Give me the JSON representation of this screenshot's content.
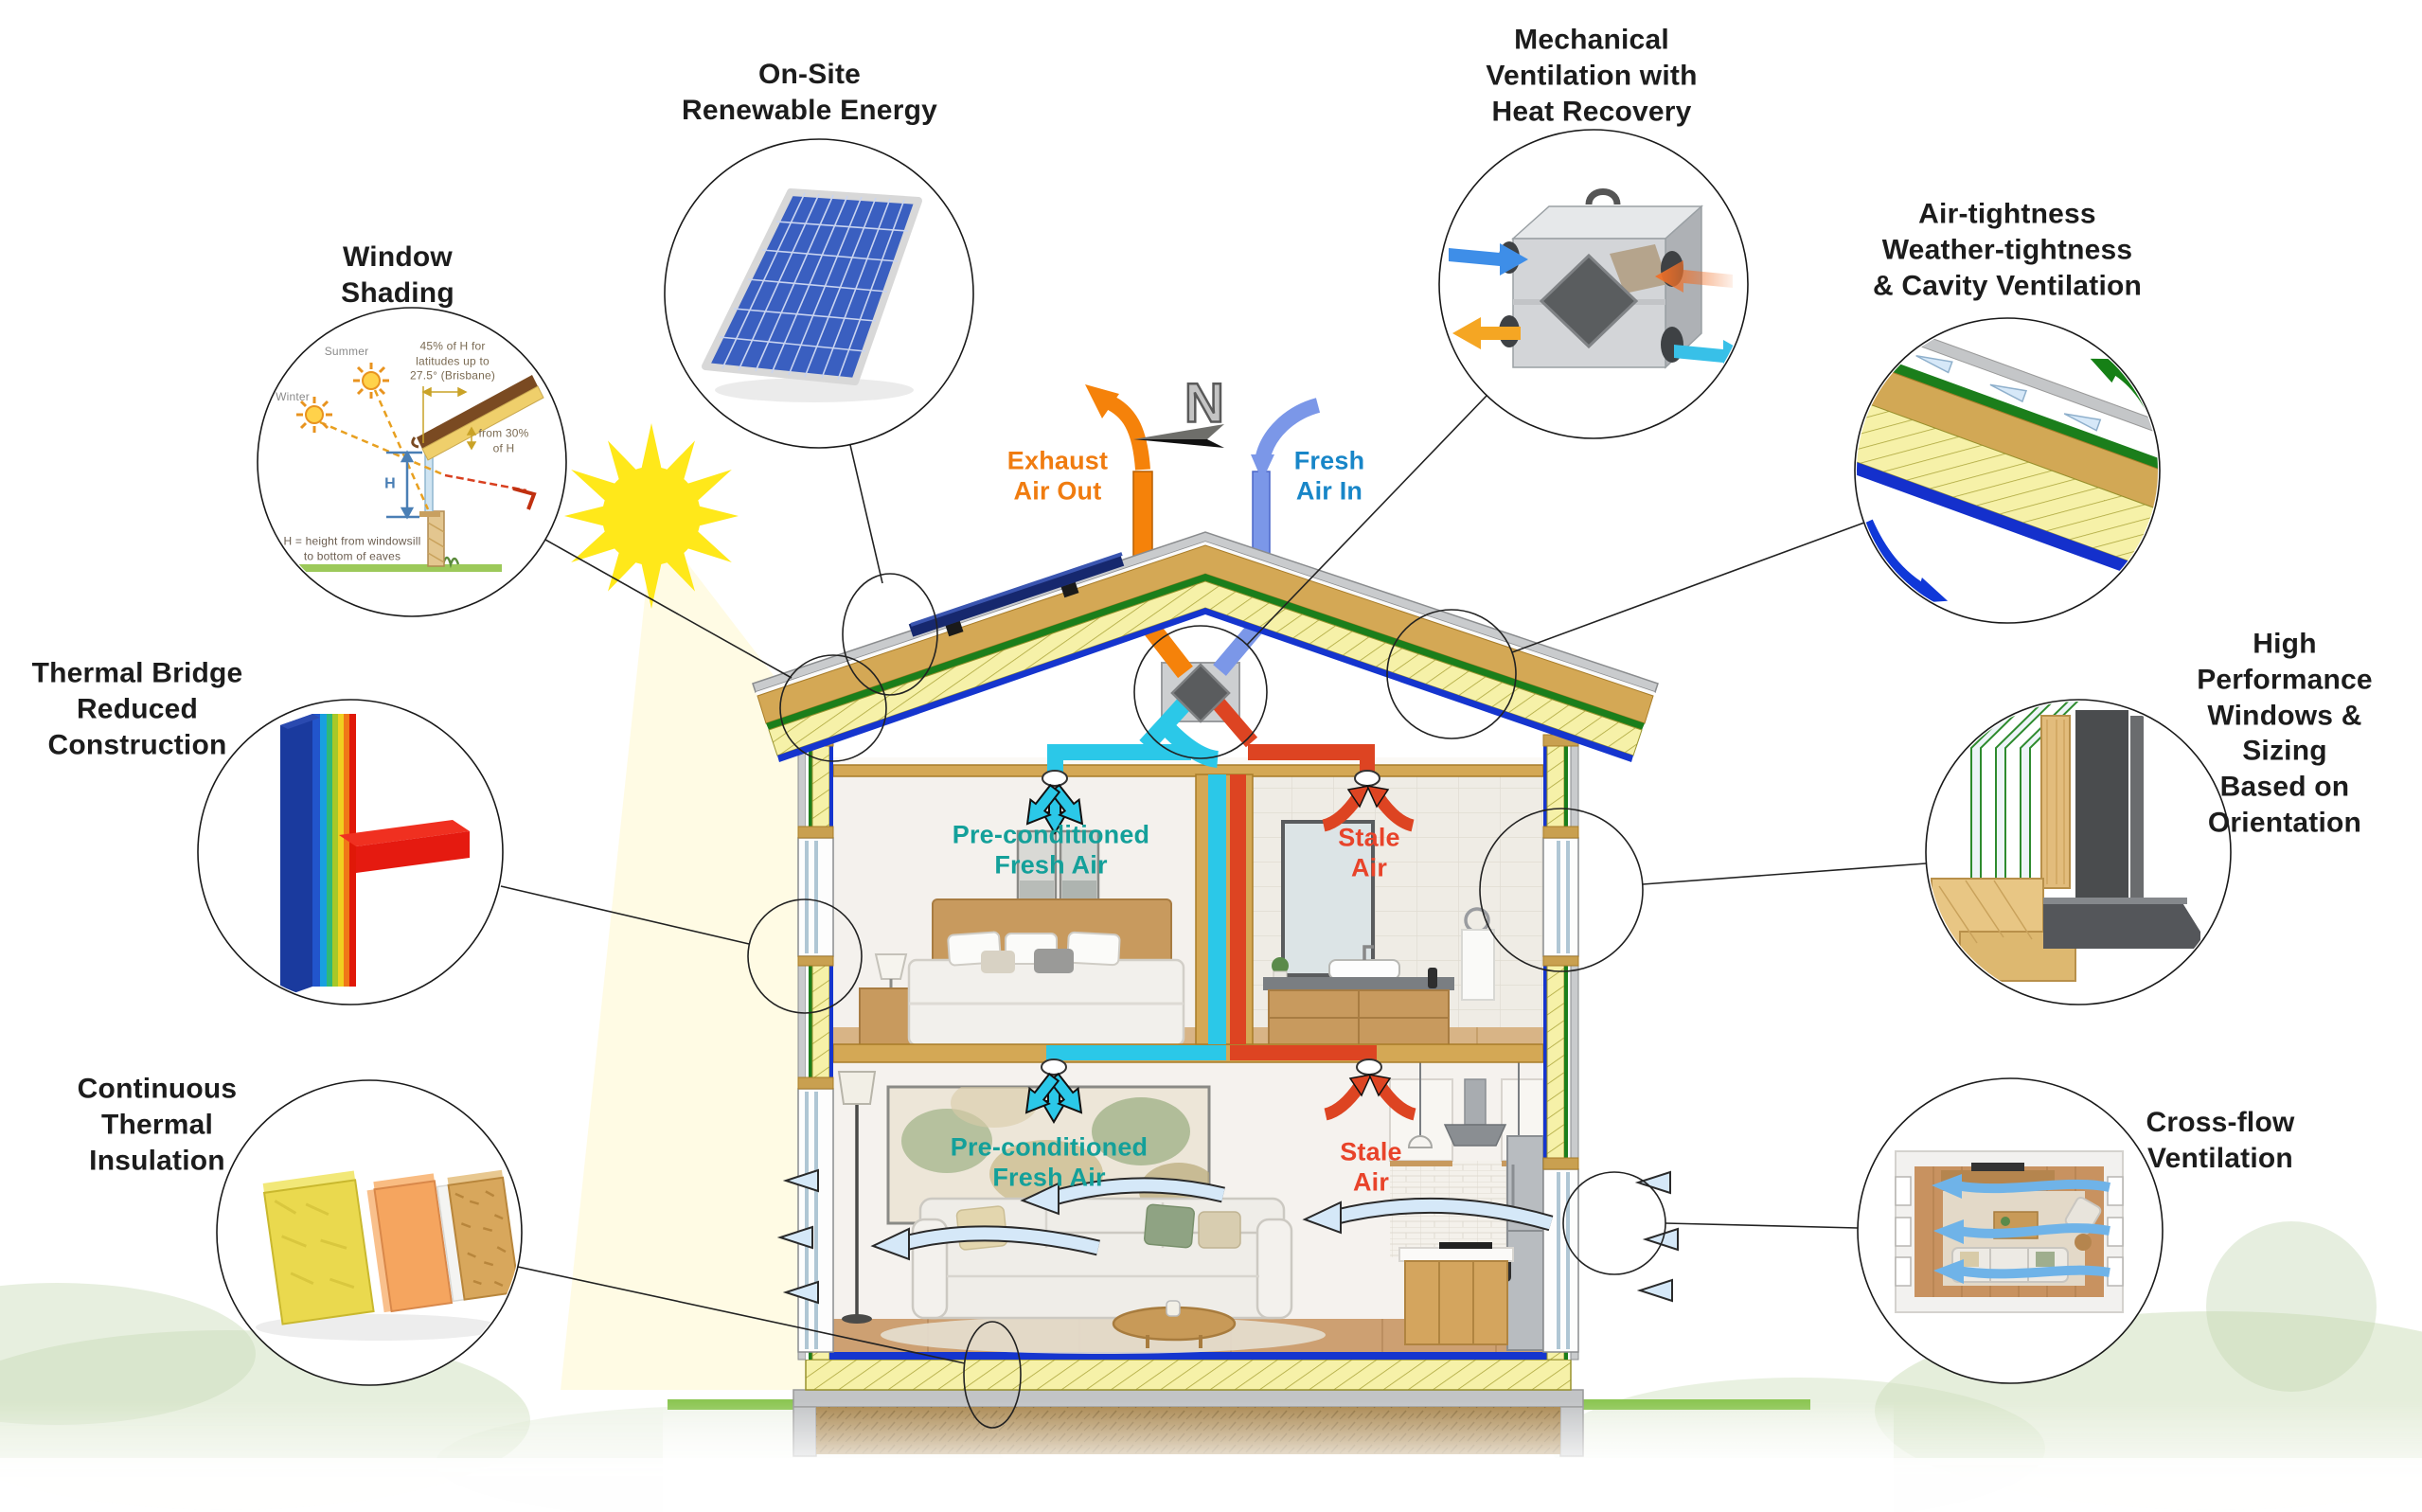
{
  "callouts": [
    {
      "id": "window-shading",
      "label": "Window\nShading"
    },
    {
      "id": "onsite-renewable-energy",
      "label": "On-Site\nRenewable Energy"
    },
    {
      "id": "mechanical-ventilation-heat-recovery",
      "label": "Mechanical\nVentilation with\nHeat Recovery"
    },
    {
      "id": "air-tightness",
      "label": "Air-tightness\nWeather-tightness\n& Cavity Ventilation"
    },
    {
      "id": "high-performance-windows",
      "label": "High Performance\nWindows & Sizing\nBased on\nOrientation"
    },
    {
      "id": "cross-flow-ventilation",
      "label": "Cross-flow\nVentilation"
    },
    {
      "id": "continuous-thermal-insulation",
      "label": "Continuous\nThermal\nInsulation"
    },
    {
      "id": "thermal-bridge-reduced",
      "label": "Thermal Bridge\nReduced\nConstruction"
    }
  ],
  "house": {
    "compass": "N",
    "exhaust_air_out": "Exhaust\nAir Out",
    "fresh_air_in": "Fresh\nAir In",
    "preconditioned_fresh_air_upper": "Pre-conditioned\nFresh Air",
    "stale_air_upper": "Stale\nAir",
    "preconditioned_fresh_air_lower": "Pre-conditioned\nFresh Air",
    "stale_air_lower": "Stale\nAir"
  },
  "shading_detail": {
    "summer": "Summer",
    "winter": "Winter",
    "overhang_note": "45% of H for\nlatitudes up to\n27.5° (Brisbane)",
    "offset_note": "from 30%\nof H",
    "h_symbol": "H",
    "h_definition": "H = height from windowsill\nto bottom of eaves"
  },
  "colors": {
    "exhaust_orange": "#F07C10",
    "fresh_blue": "#1886C8",
    "supply_teal": "#14A09A",
    "stale_red": "#E8432A",
    "roof_tan": "#D4A855",
    "membrane_green": "#1B7E1B",
    "membrane_blue": "#1535CE",
    "insulation_yellow": "#F6F1A8",
    "duct_cyan": "#2BC8E8",
    "duct_red": "#DD4422",
    "sun_yellow": "#FFE81A"
  }
}
